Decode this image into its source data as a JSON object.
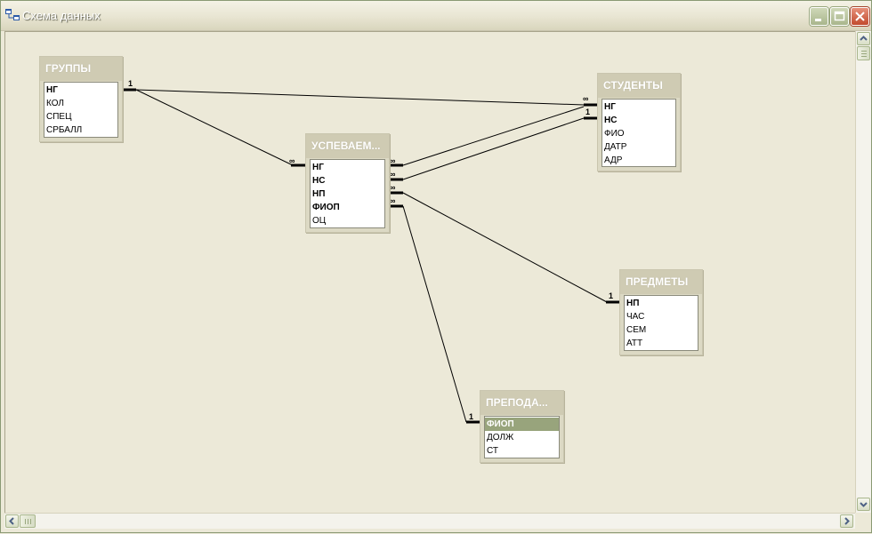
{
  "window": {
    "title": "Схема данных"
  },
  "tables": {
    "gruppy": {
      "name": "ГРУППЫ",
      "fields": [
        {
          "name": "НГ",
          "key": true
        },
        {
          "name": "КОЛ",
          "key": false
        },
        {
          "name": "СПЕЦ",
          "key": false
        },
        {
          "name": "СРБАЛЛ",
          "key": false
        }
      ]
    },
    "uspevaem": {
      "name": "УСПЕВАЕМ...",
      "fields": [
        {
          "name": "НГ",
          "key": true
        },
        {
          "name": "НС",
          "key": true
        },
        {
          "name": "НП",
          "key": true
        },
        {
          "name": "ФИОП",
          "key": true
        },
        {
          "name": "ОЦ",
          "key": false
        }
      ]
    },
    "studenty": {
      "name": "СТУДЕНТЫ",
      "fields": [
        {
          "name": "НГ",
          "key": true
        },
        {
          "name": "НС",
          "key": true
        },
        {
          "name": "ФИО",
          "key": false
        },
        {
          "name": "ДАТР",
          "key": false
        },
        {
          "name": "АДР",
          "key": false
        }
      ]
    },
    "predmety": {
      "name": "ПРЕДМЕТЫ",
      "fields": [
        {
          "name": "НП",
          "key": true
        },
        {
          "name": "ЧАС",
          "key": false
        },
        {
          "name": "СЕМ",
          "key": false
        },
        {
          "name": "АТТ",
          "key": false
        }
      ]
    },
    "prepoda": {
      "name": "ПРЕПОДА...",
      "fields": [
        {
          "name": "ФИОП",
          "key": true,
          "selected": true
        },
        {
          "name": "ДОЛЖ",
          "key": false
        },
        {
          "name": "СТ",
          "key": false
        }
      ]
    }
  },
  "relationships": [
    {
      "from": "ГРУППЫ.НГ",
      "to": "СТУДЕНТЫ.НГ",
      "one_label": "1",
      "many_label": "∞"
    },
    {
      "from": "ГРУППЫ.НГ",
      "to": "УСПЕВАЕМ.НГ",
      "one_label": "1",
      "many_label": "∞"
    },
    {
      "from": "СТУДЕНТЫ.НГ",
      "to": "УСПЕВАЕМ.НГ",
      "one_label": "1",
      "many_label": "∞"
    },
    {
      "from": "СТУДЕНТЫ.НС",
      "to": "УСПЕВАЕМ.НС",
      "one_label": "1",
      "many_label": "∞"
    },
    {
      "from": "ПРЕДМЕТЫ.НП",
      "to": "УСПЕВАЕМ.НП",
      "one_label": "1",
      "many_label": "∞"
    },
    {
      "from": "ПРЕПОДА.ФИОП",
      "to": "УСПЕВАЕМ.ФИОП",
      "one_label": "1",
      "many_label": "∞"
    }
  ],
  "icons": {
    "app": "relationships-icon",
    "minimize": "minimize-icon",
    "maximize": "maximize-icon",
    "close": "close-icon"
  }
}
